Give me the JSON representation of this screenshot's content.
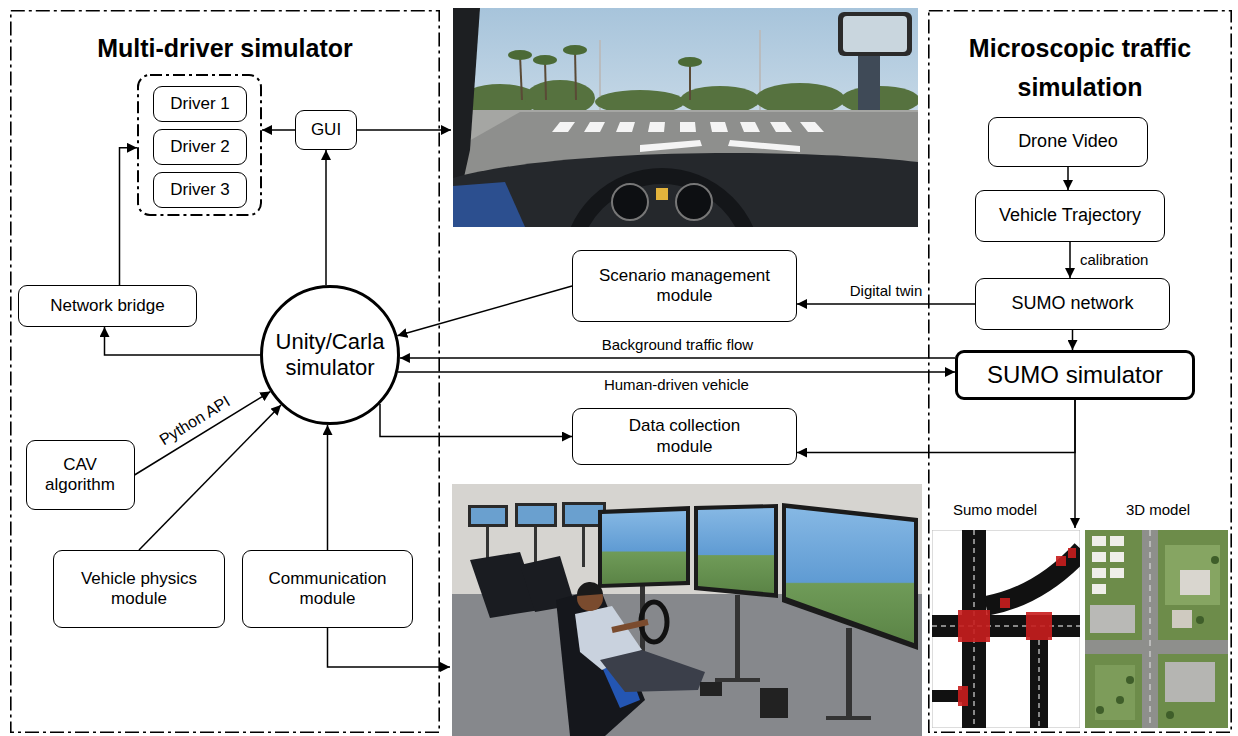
{
  "diagram": {
    "nodes": [
      {
        "text": [
          "Multi-driver simulator"
        ]
      },
      {
        "text": [],
        "in": 0
      },
      {
        "text": [
          "Driver 1"
        ],
        "in": 1
      },
      {
        "text": [
          "Driver 2"
        ],
        "in": 1
      },
      {
        "text": [
          "Driver 3"
        ],
        "in": 1
      },
      {
        "text": [
          "GUI"
        ],
        "in": 0
      },
      {
        "text": [
          "Network bridge"
        ],
        "in": 0
      },
      {
        "text": [
          "Unity/Carla simulator"
        ],
        "in": 0
      },
      {
        "text": [
          "CAV algorithm"
        ],
        "in": 0
      },
      {
        "text": [
          "Vehicle physics module"
        ],
        "in": 0
      },
      {
        "text": [
          "Communication module"
        ],
        "in": 0
      },
      {
        "text": [
          "Microscopic traffic simulation"
        ]
      },
      {
        "text": [
          "Drone Video"
        ],
        "in": 11
      },
      {
        "text": [
          "Vehicle Trajectory"
        ],
        "in": 11
      },
      {
        "text": [
          "SUMO network"
        ],
        "in": 11
      },
      {
        "text": [
          "SUMO simulator"
        ],
        "in": 11
      },
      {
        "text": [
          "Scenario management module"
        ]
      },
      {
        "text": [
          "Data collection module"
        ]
      }
    ],
    "edges": [
      {
        "from": 5,
        "to": 1,
        "arrow": "to"
      },
      {
        "from": 7,
        "to": 5,
        "arrow": "to"
      },
      {
        "from": 7,
        "to": 6,
        "arrow": "to"
      },
      {
        "from": 6,
        "to": 1,
        "arrow": "to"
      },
      {
        "from": 8,
        "to": 7,
        "label": "Python API",
        "arrow": "to"
      },
      {
        "from": 9,
        "to": 7,
        "arrow": "to"
      },
      {
        "from": 10,
        "to": 7,
        "arrow": "to"
      },
      {
        "from": 16,
        "to": 7,
        "arrow": "to"
      },
      {
        "from": 14,
        "to": 16,
        "label": "Digital twin",
        "arrow": "to"
      },
      {
        "from": 7,
        "to": 15,
        "label": "Human-driven vehicle",
        "arrow": "to"
      },
      {
        "from": 15,
        "to": 7,
        "label": "Background traffic flow",
        "arrow": "to"
      },
      {
        "from": 7,
        "to": 17,
        "arrow": "to"
      },
      {
        "from": 15,
        "to": 17,
        "arrow": "to"
      },
      {
        "from": 12,
        "to": 13,
        "arrow": "to"
      },
      {
        "from": 13,
        "to": 14,
        "label": "calibration",
        "arrow": "to"
      },
      {
        "from": 14,
        "to": 15,
        "arrow": "to"
      }
    ],
    "labels": [
      "Sumo model",
      "3D model"
    ]
  }
}
